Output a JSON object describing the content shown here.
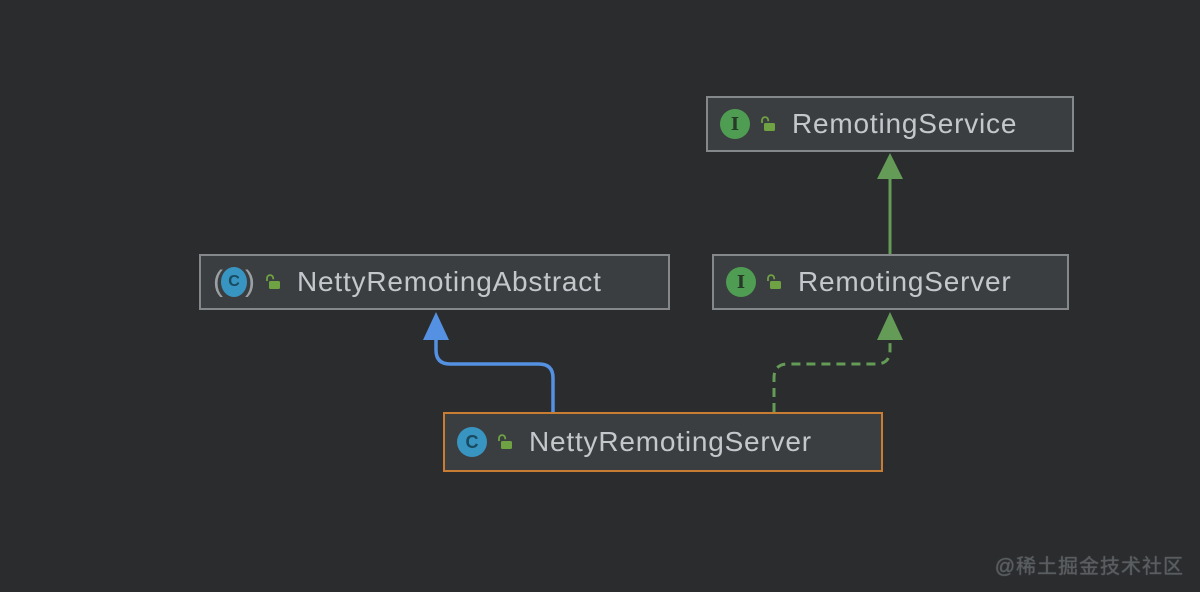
{
  "diagram": {
    "type": "uml-class-diagram",
    "nodes": [
      {
        "label": "RemotingService",
        "kind": "interface",
        "selected": false
      },
      {
        "label": "NettyRemotingAbstract",
        "kind": "abstract-class",
        "selected": false
      },
      {
        "label": "RemotingServer",
        "kind": "interface",
        "selected": false
      },
      {
        "label": "NettyRemotingServer",
        "kind": "class",
        "selected": true
      }
    ],
    "edges": [
      {
        "from": "RemotingServer",
        "to": "RemotingService",
        "type": "extends",
        "line": "solid",
        "color": "#649c57"
      },
      {
        "from": "NettyRemotingServer",
        "to": "NettyRemotingAbstract",
        "type": "extends",
        "line": "solid",
        "color": "#5591e2"
      },
      {
        "from": "NettyRemotingServer",
        "to": "RemotingServer",
        "type": "implements",
        "line": "dashed",
        "color": "#649c57"
      }
    ]
  },
  "icons": {
    "interface_letter": "I",
    "class_letter": "C",
    "abstract_paren_open": "(",
    "abstract_paren_close": ")"
  },
  "colors": {
    "background": "#2a2c2e",
    "node_fill": "#3b3e40",
    "node_border": "#85888a",
    "selected_border": "#c87d33",
    "label_text": "#c4c8cc",
    "interface_icon_green": "#4f9c53",
    "class_icon_blue": "#3894c1",
    "lock_green": "#6ea243",
    "edge_blue": "#5591e2",
    "edge_green": "#649c57"
  },
  "watermark": {
    "text": "@稀土掘金技术社区"
  }
}
